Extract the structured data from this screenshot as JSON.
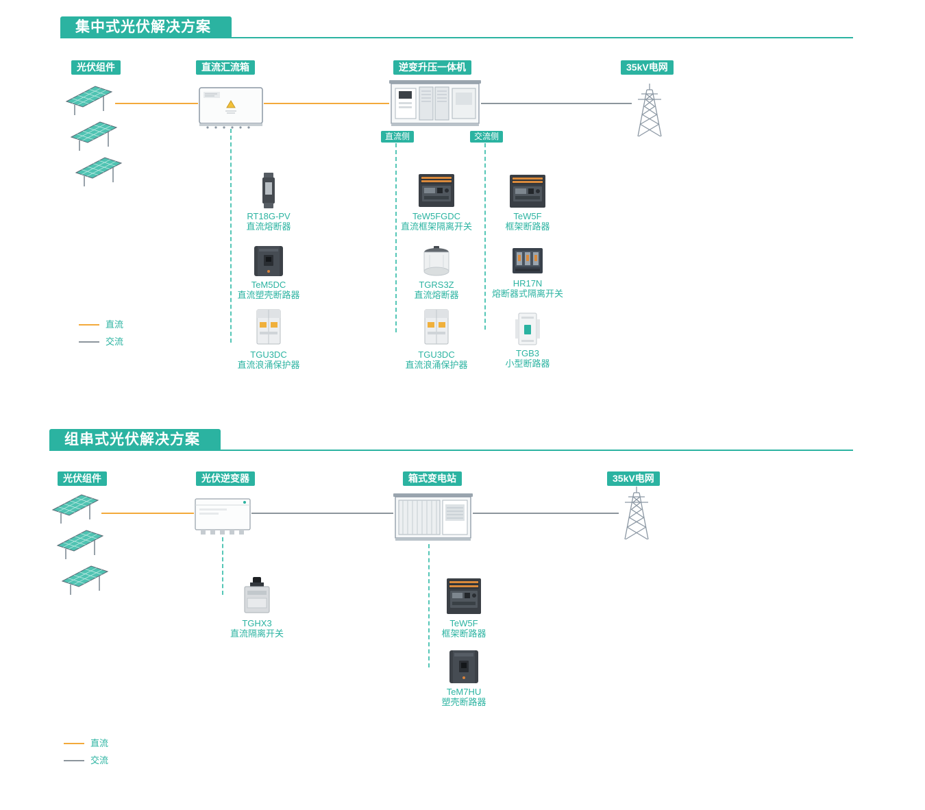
{
  "colors": {
    "teal": "#2bb3a1",
    "dc_orange": "#f3a93a",
    "ac_gray": "#8c959c"
  },
  "legend": {
    "dc": "直流",
    "ac": "交流"
  },
  "section1": {
    "title": "集中式光伏解决方案",
    "nodes": {
      "pv": "光伏组件",
      "combiner": "直流汇流箱",
      "inverter": "逆变升压一体机",
      "grid": "35kV电网"
    },
    "sides": {
      "dc": "直流侧",
      "ac": "交流侧"
    },
    "columns": [
      {
        "products": [
          {
            "model": "RT18G-PV",
            "name": "直流熔断器"
          },
          {
            "model": "TeM5DC",
            "name": "直流塑壳断路器"
          },
          {
            "model": "TGU3DC",
            "name": "直流浪涌保护器"
          }
        ]
      },
      {
        "products": [
          {
            "model": "TeW5FGDC",
            "name": "直流框架隔离开关"
          },
          {
            "model": "TGRS3Z",
            "name": "直流熔断器"
          },
          {
            "model": "TGU3DC",
            "name": "直流浪涌保护器"
          }
        ]
      },
      {
        "products": [
          {
            "model": "TeW5F",
            "name": "框架断路器"
          },
          {
            "model": "HR17N",
            "name": "熔断器式隔离开关"
          },
          {
            "model": "TGB3",
            "name": "小型断路器"
          }
        ]
      }
    ]
  },
  "section2": {
    "title": "组串式光伏解决方案",
    "nodes": {
      "pv": "光伏组件",
      "inverter": "光伏逆变器",
      "substation": "箱式变电站",
      "grid": "35kV电网"
    },
    "columns": [
      {
        "products": [
          {
            "model": "TGHX3",
            "name": "直流隔离开关"
          }
        ]
      },
      {
        "products": [
          {
            "model": "TeW5F",
            "name": "框架断路器"
          },
          {
            "model": "TeM7HU",
            "name": "塑壳断路器"
          }
        ]
      }
    ]
  }
}
